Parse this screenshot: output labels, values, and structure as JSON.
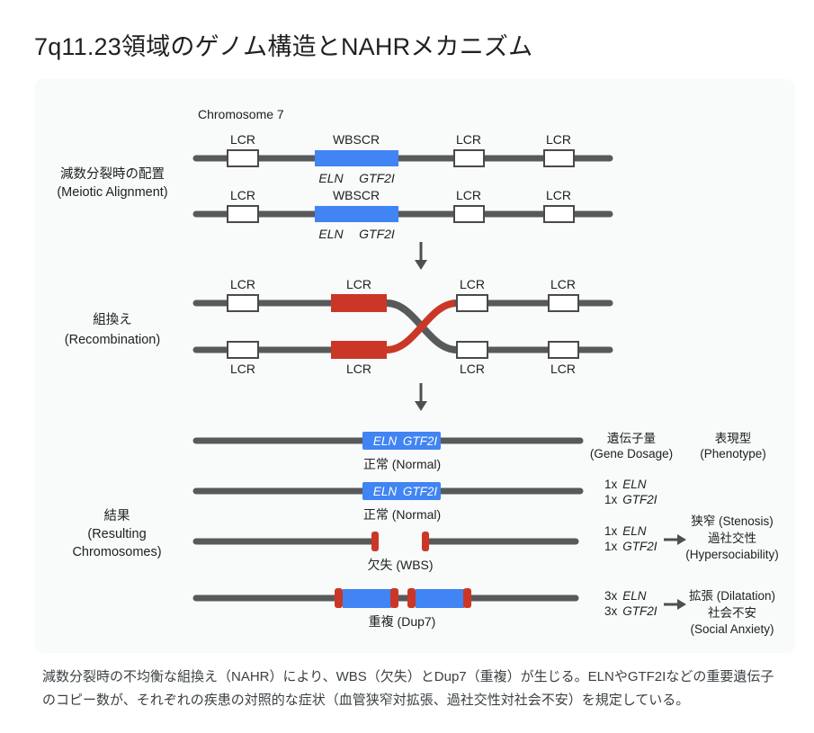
{
  "page": {
    "title": "7q11.23領域のゲノム構造とNAHRメカニズム"
  },
  "diagram": {
    "chromosome_label": "Chromosome 7",
    "labels": {
      "lcr": "LCR",
      "wbscr": "WBSCR",
      "eln": "ELN",
      "gtf2i": "GTF2I"
    },
    "sections": {
      "alignment_jp": "減数分裂時の配置",
      "alignment_en": "(Meiotic Alignment)",
      "recomb_jp": "組換え",
      "recomb_en": "(Recombination)",
      "result_jp": "結果",
      "result_en1": "(Resulting",
      "result_en2": "Chromosomes)"
    },
    "headers": {
      "dosage_jp": "遺伝子量",
      "dosage_en": "(Gene Dosage)",
      "pheno_jp": "表現型",
      "pheno_en": "(Phenotype)"
    },
    "results": {
      "normal": "正常 (Normal)",
      "wbs": "欠失 (WBS)",
      "dup7": "重複 (Dup7)"
    },
    "rows": {
      "normal2": {
        "d1m": "1x",
        "d1g": "ELN",
        "d2m": "1x",
        "d2g": "GTF2I"
      },
      "wbs": {
        "d1m": "1x",
        "d1g": "ELN",
        "d2m": "1x",
        "d2g": "GTF2I",
        "p1": "狭窄 (Stenosis)",
        "p2": "過社交性",
        "p3": "(Hypersociability)"
      },
      "dup7": {
        "d1m": "3x",
        "d1g": "ELN",
        "d2m": "3x",
        "d2g": "GTF2I",
        "p1": "拡張 (Dilatation)",
        "p2": "社会不安",
        "p3": "(Social Anxiety)"
      }
    },
    "colors": {
      "blue": "#4184F3",
      "red": "#CB3727",
      "chromosome_gray": "#58595B"
    }
  },
  "caption": {
    "text": "減数分裂時の不均衡な組換え（NAHR）により、WBS（欠失）とDup7（重複）が生じる。ELNやGTF2Iなどの重要遺伝子のコピー数が、それぞれの疾患の対照的な症状（血管狭窄対拡張、過社交性対社会不安）を規定している。"
  }
}
